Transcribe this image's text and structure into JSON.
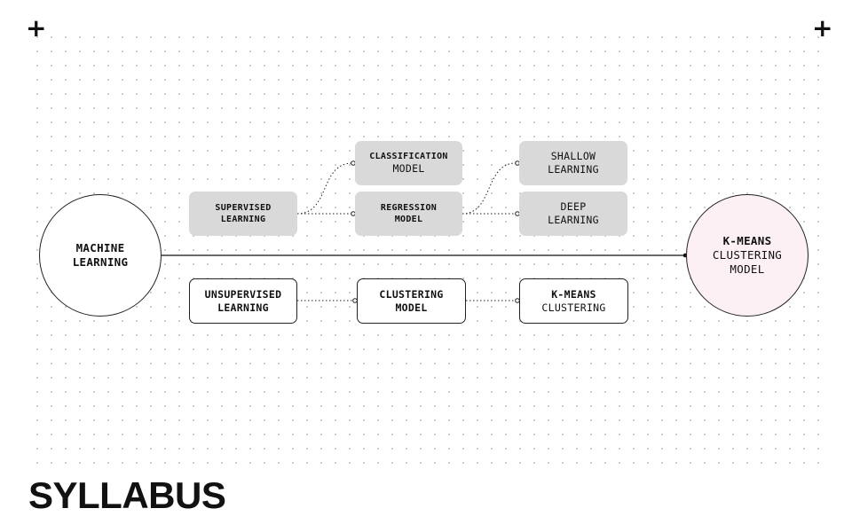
{
  "diagram": {
    "root": {
      "line1": "MACHINE",
      "line2": "LEARNING"
    },
    "supervised": {
      "line1": "SUPERVISED",
      "line2": "LEARNING"
    },
    "classification": {
      "line1": "CLASSIFICATION",
      "line2": "MODEL"
    },
    "regression": {
      "line1": "REGRESSION",
      "line2": "MODEL"
    },
    "shallow": {
      "line1": "SHALLOW",
      "line2": "LEARNING"
    },
    "deep": {
      "line1": "DEEP",
      "line2": "LEARNING"
    },
    "unsupervised": {
      "line1": "UNSUPERVISED",
      "line2": "LEARNING"
    },
    "clustering": {
      "line1": "CLUSTERING",
      "line2": "MODEL"
    },
    "kmeans": {
      "line1": "K-MEANS",
      "line2": "CLUSTERING"
    },
    "target": {
      "line1": "K-MEANS",
      "line2": "CLUSTERING",
      "line3": "MODEL"
    }
  },
  "page_title": "SYLLABUS",
  "colors": {
    "gray_box": "#d9d9d9",
    "target_fill": "#fdf0f4",
    "ink": "#111111",
    "grid_dot": "#c6c6c6"
  },
  "icons": {
    "corner_marks": "plus-icon"
  }
}
